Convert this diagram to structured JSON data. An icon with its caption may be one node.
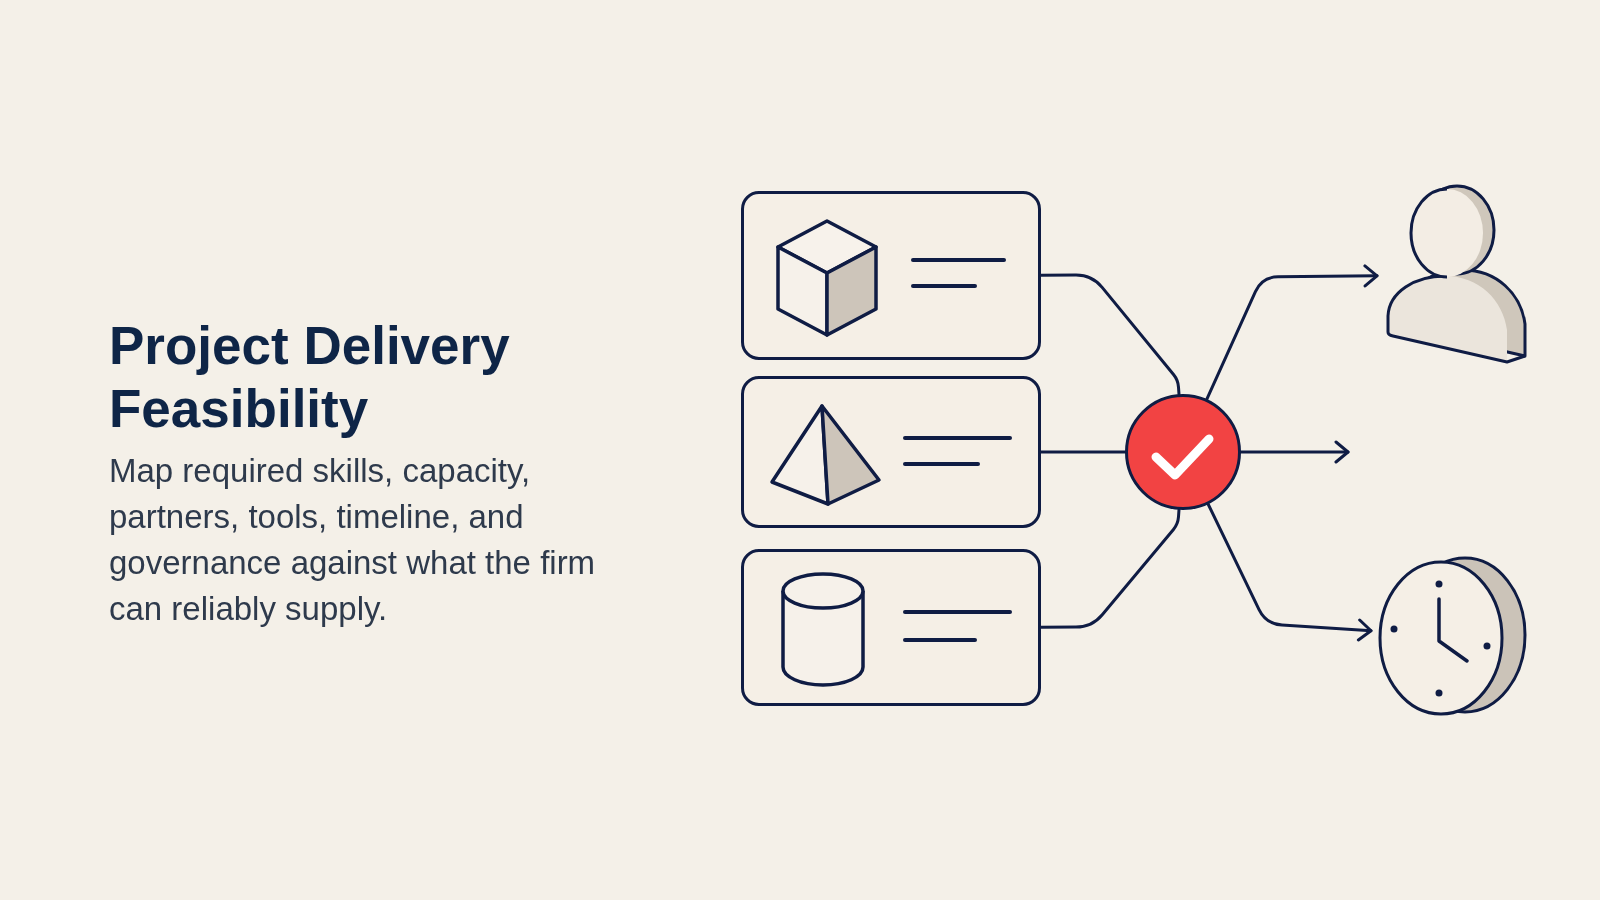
{
  "diagram": {
    "title": "Project Delivery Feasibility",
    "nodes": [
      {
        "text": [],
        "shape": "box"
      },
      {
        "text": [],
        "shape": "box"
      },
      {
        "text": [],
        "shape": "box"
      },
      {
        "text": [],
        "shape": "circle"
      },
      {
        "text": [],
        "shape": "person"
      },
      {
        "text": [],
        "shape": "picture"
      }
    ],
    "edges": [
      {
        "from": 0,
        "to": 3,
        "arrow": "none"
      },
      {
        "from": 1,
        "to": 3,
        "arrow": "none"
      },
      {
        "from": 2,
        "to": 3,
        "arrow": "none"
      },
      {
        "from": 3,
        "to": 4,
        "arrow": "to"
      },
      {
        "from": 3,
        "to": null,
        "arrow": "to"
      },
      {
        "from": 3,
        "to": 5,
        "arrow": "to"
      }
    ],
    "labels": [
      "Map required skills, capacity, partners, tools, timeline, and governance against what the firm can reliably supply."
    ]
  }
}
